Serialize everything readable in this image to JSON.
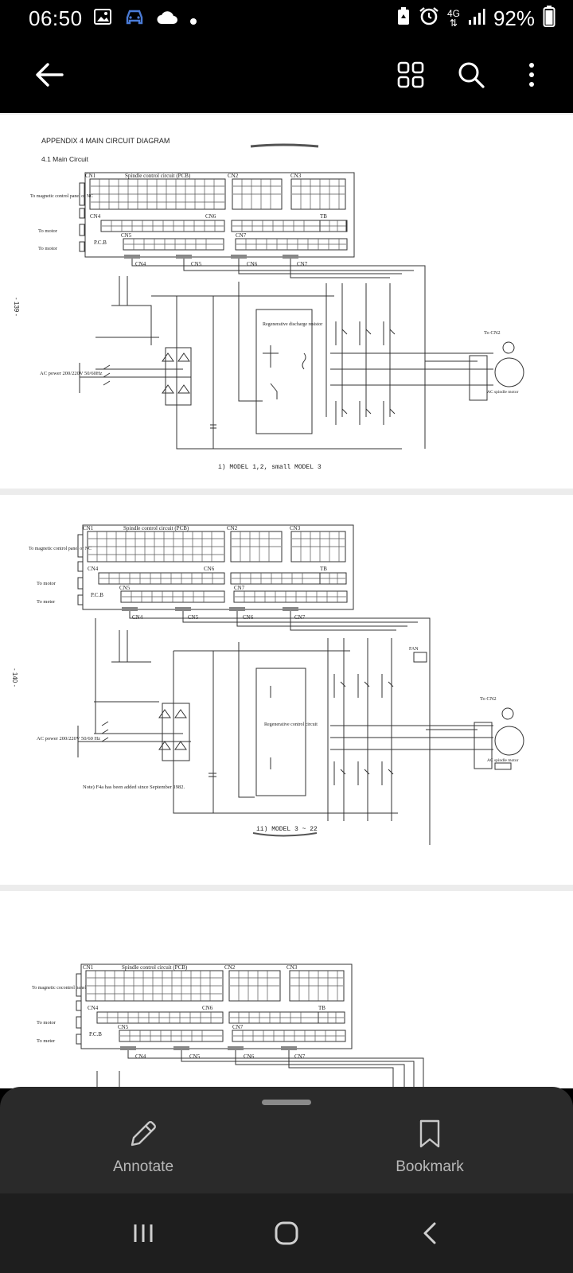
{
  "status_bar": {
    "time": "06:50",
    "network": "4G",
    "battery": "92%"
  },
  "document": {
    "page1": {
      "heading": "APPENDIX 4  MAIN CIRCUIT DIAGRAM",
      "subheading": "4.1  Main Circuit",
      "page_number": "- 139 -",
      "pcb_title": "Spindle control circuit (PCB)",
      "connectors": [
        "CN1",
        "CN2",
        "CN3",
        "CN4",
        "CN5",
        "CN6",
        "CN7",
        "TB"
      ],
      "side_labels": [
        "To magnetic control panel or NC",
        "To motor",
        "To motor"
      ],
      "pcb_label": "P.C.B",
      "ac_power": "AC power 200/220V 50/60Hz",
      "resistor": "Regenerative discharge resistor",
      "motor": "AC spindle motor",
      "to_cn2": "To CN2",
      "caption": "i) MODEL 1,2, small MODEL 3"
    },
    "page2": {
      "page_number": "- 140 -",
      "pcb_title": "Spindle control circuit (PCB)",
      "side_labels": [
        "To magnetic control panel or NC",
        "To motor",
        "To meter"
      ],
      "pcb_label": "P.C.B",
      "ac_power": "AC power 200/220V 50/60 Hz",
      "circuit": "Regenerative control circuit",
      "motor": "AC spindle motor",
      "to_cn2": "To CN2",
      "fan": "FAN",
      "note": "Note)  F4a has been added since September 1982.",
      "caption": "ii) MODEL 3 ~ 22"
    },
    "page3": {
      "pcb_title": "Spindle control circuit (PCB)",
      "side_labels": [
        "To magnetic cocontrol panel",
        "To motor",
        "To meter"
      ],
      "pcb_label": "P.C.B"
    }
  },
  "bottom_sheet": {
    "annotate_label": "Annotate",
    "bookmark_label": "Bookmark"
  }
}
